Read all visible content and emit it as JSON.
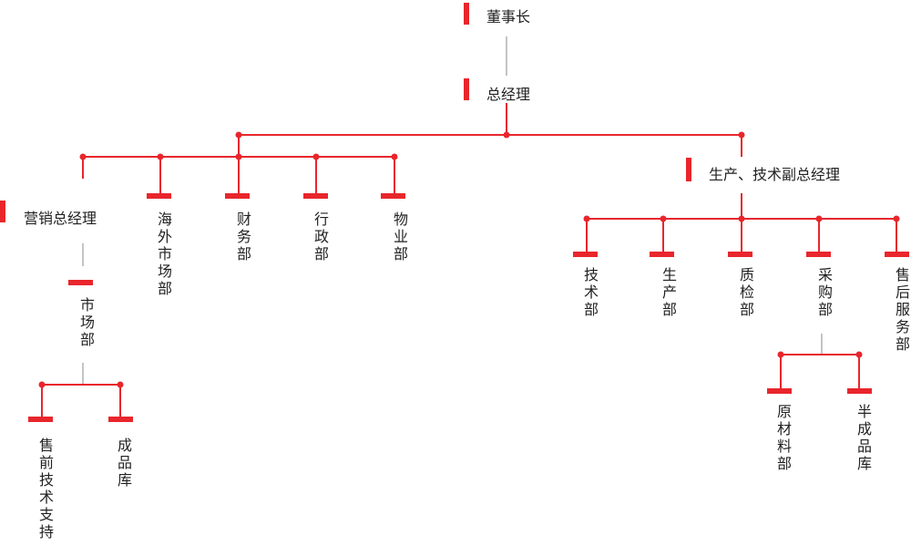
{
  "colors": {
    "accent": "#e8262c",
    "connector_gray": "#888888",
    "text": "#222222"
  },
  "nodes": {
    "chairman": "董事长",
    "general_manager": "总经理",
    "marketing_gm": "营销总经理",
    "overseas_market": "海外市场部",
    "finance": "财务部",
    "administration": "行政部",
    "property": "物业部",
    "market_dept": "市场部",
    "presales_support": "售前技术支持",
    "finished_goods_left": "成品库",
    "production_vp": "生产、技术副总经理",
    "tech_dept": "技术部",
    "production_dept": "生产部",
    "quality_dept": "质检部",
    "procurement": "采购部",
    "aftersales": "售后服务部",
    "raw_materials": "原材料部",
    "semi_finished": "半成品库"
  }
}
